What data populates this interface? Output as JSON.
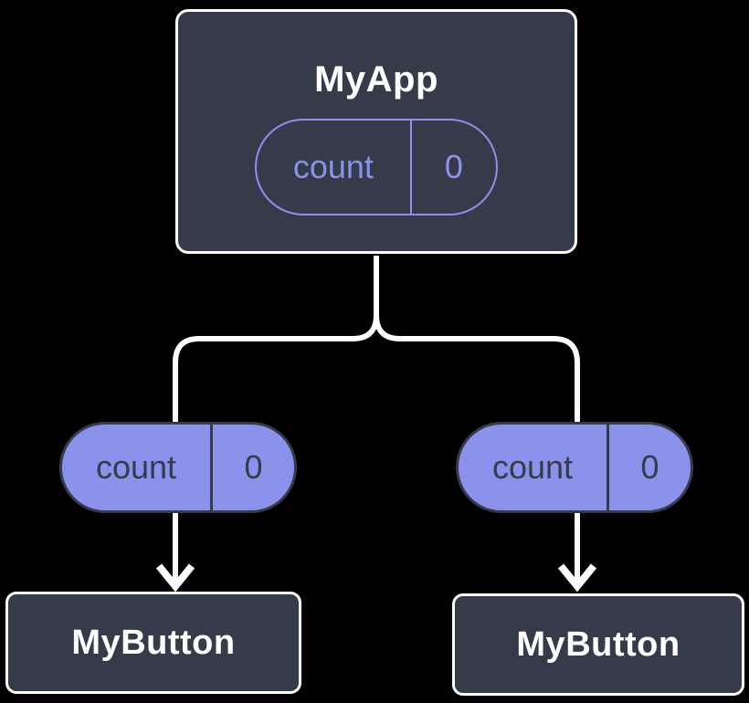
{
  "colors": {
    "background": "#000000",
    "box_fill": "#353b48",
    "box_border": "#ffffff",
    "accent": "#8b92eb",
    "dark_text": "#353b48",
    "connector": "#ffffff",
    "title_text": "#ffffff"
  },
  "root_component": {
    "title": "MyApp",
    "state_pill": {
      "key": "count",
      "value": "0"
    }
  },
  "passed_props": [
    {
      "key": "count",
      "value": "0"
    },
    {
      "key": "count",
      "value": "0"
    }
  ],
  "child_components": [
    {
      "title": "MyButton"
    },
    {
      "title": "MyButton"
    }
  ]
}
